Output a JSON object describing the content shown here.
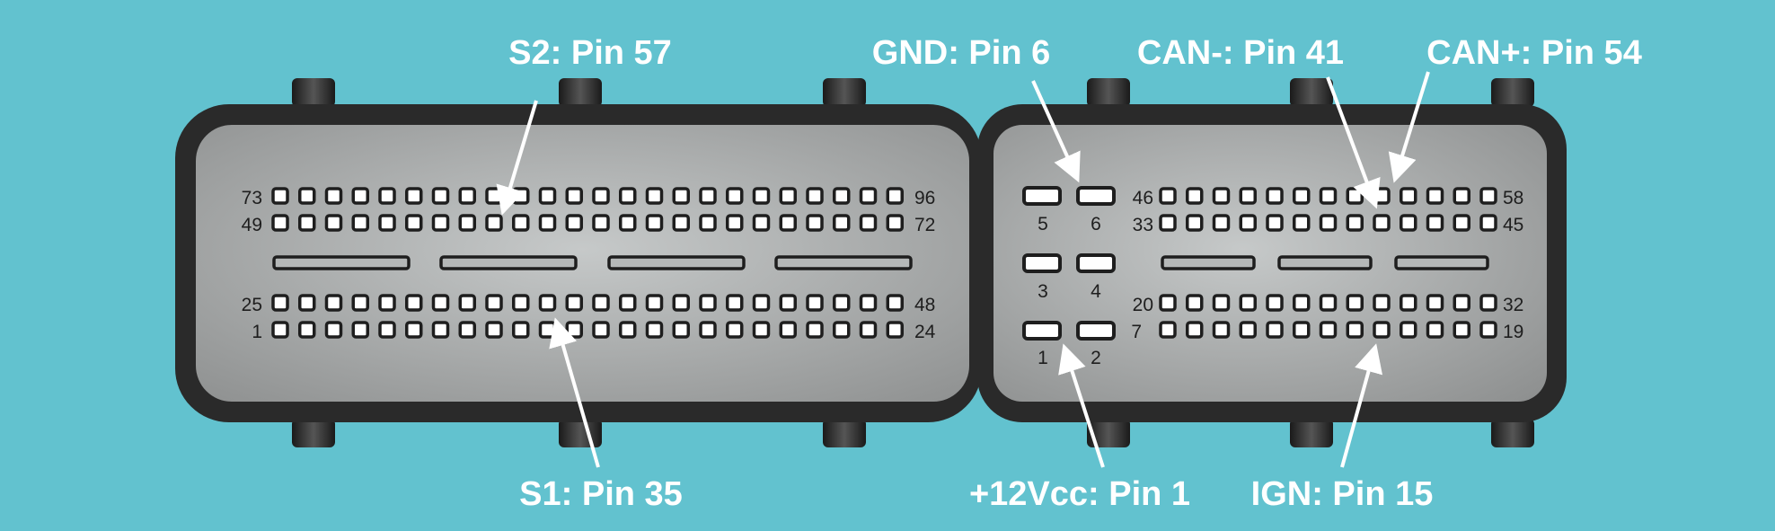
{
  "colors": {
    "background": "#62c2cf",
    "housing_dark": "#2a2a2a",
    "face_light": "#c3c6c6",
    "face_dark": "#8f9191",
    "pin_fill": "#ffffff",
    "pin_stroke": "#1e1e1e",
    "callout": "#ffffff"
  },
  "connector_left": {
    "rows": [
      {
        "start": "73",
        "end": "96"
      },
      {
        "start": "49",
        "end": "72"
      },
      {
        "start": "25",
        "end": "48"
      },
      {
        "start": "1",
        "end": "24"
      }
    ],
    "pins_per_row": 24,
    "slot_count": 4
  },
  "connector_right": {
    "rows": [
      {
        "start": "46",
        "end": "58"
      },
      {
        "start": "33",
        "end": "45"
      },
      {
        "start": "20",
        "end": "32"
      },
      {
        "start": "7",
        "end": "19"
      }
    ],
    "pins_per_row": 13,
    "slot_count": 3,
    "power_pins": [
      "5",
      "6",
      "3",
      "4",
      "1",
      "2"
    ]
  },
  "callouts": [
    {
      "id": "s2",
      "label": "S2: Pin 57",
      "pin": "57"
    },
    {
      "id": "gnd",
      "label": "GND: Pin 6",
      "pin": "6"
    },
    {
      "id": "can-minus",
      "label": "CAN-: Pin 41",
      "pin": "41"
    },
    {
      "id": "can-plus",
      "label": "CAN+: Pin 54",
      "pin": "54"
    },
    {
      "id": "s1",
      "label": "S1: Pin 35",
      "pin": "35"
    },
    {
      "id": "vcc",
      "label": "+12Vcc: Pin 1",
      "pin": "1"
    },
    {
      "id": "ign",
      "label": "IGN: Pin 15",
      "pin": "15"
    }
  ]
}
